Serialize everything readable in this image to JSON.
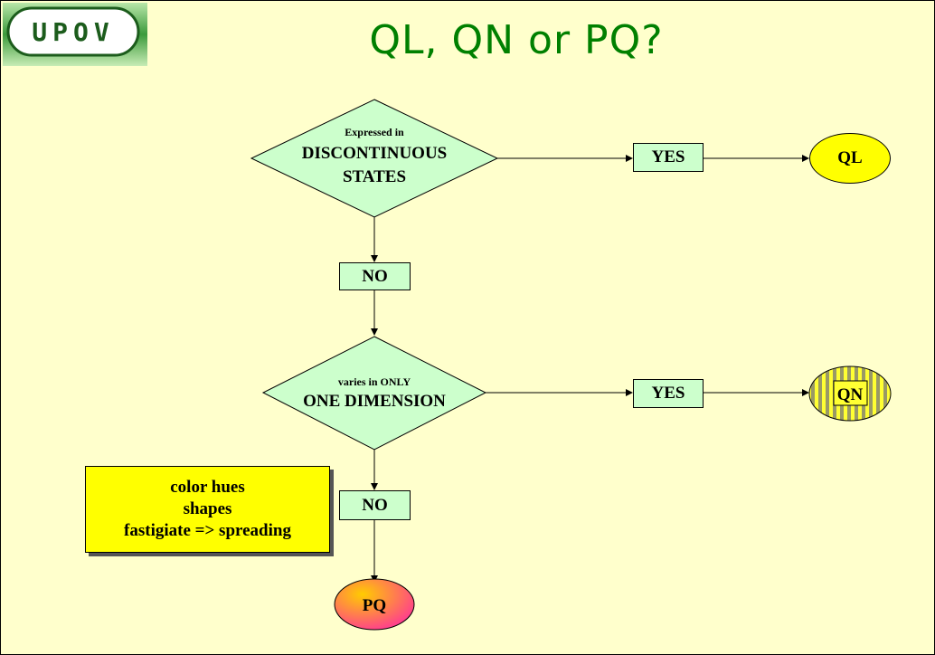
{
  "logo": {
    "text": "UPOV"
  },
  "title": "QL, QN or PQ?",
  "decision1": {
    "line1": "Expressed in",
    "line2": "DISCONTINUOUS",
    "line3": "STATES"
  },
  "decision2": {
    "line1": "varies in ONLY",
    "line2": "ONE DIMENSION"
  },
  "yes1": "YES",
  "yes2": "YES",
  "no1": "NO",
  "no2": "NO",
  "result_ql": "QL",
  "result_qn": "QN",
  "result_pq": "PQ",
  "note": {
    "lines": [
      "color hues",
      "shapes",
      "fastigiate => spreading"
    ]
  },
  "colors": {
    "background": "#ffffcc",
    "title": "#008000",
    "box_fill": "#ccffcc",
    "ql_fill": "#ffff00",
    "qn_stripe_a": "#999966",
    "qn_stripe_b": "#ffff33",
    "pq_gradient": [
      "#ffcc00",
      "#ff3399"
    ],
    "note_fill": "#ffff00"
  }
}
